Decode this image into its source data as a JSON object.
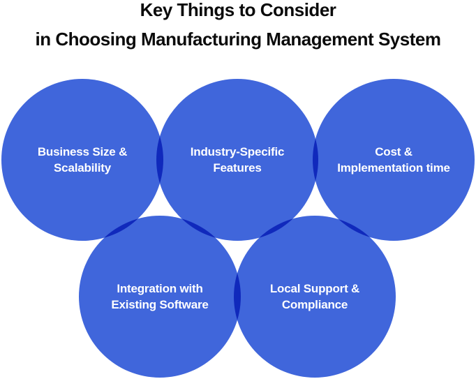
{
  "title": {
    "line1": "Key Things to Consider",
    "line2": "in Choosing Manufacturing Management System"
  },
  "diagram": {
    "type": "overlapping-circles",
    "circles": [
      {
        "name": "business-size-scalability",
        "label": "Business Size &\nScalability"
      },
      {
        "name": "industry-specific-features",
        "label": "Industry-Specific\nFeatures"
      },
      {
        "name": "cost-implementation-time",
        "label": "Cost &\nImplementation time"
      },
      {
        "name": "integration-existing-software",
        "label": "Integration with\nExisting Software"
      },
      {
        "name": "local-support-compliance",
        "label": "Local Support &\nCompliance"
      }
    ]
  },
  "colors": {
    "circle_fill": "#4066db",
    "circle_overlap": "#1029bc",
    "title_text": "#0b0b0b",
    "label_text": "#ffffff",
    "background": "#ffffff"
  }
}
